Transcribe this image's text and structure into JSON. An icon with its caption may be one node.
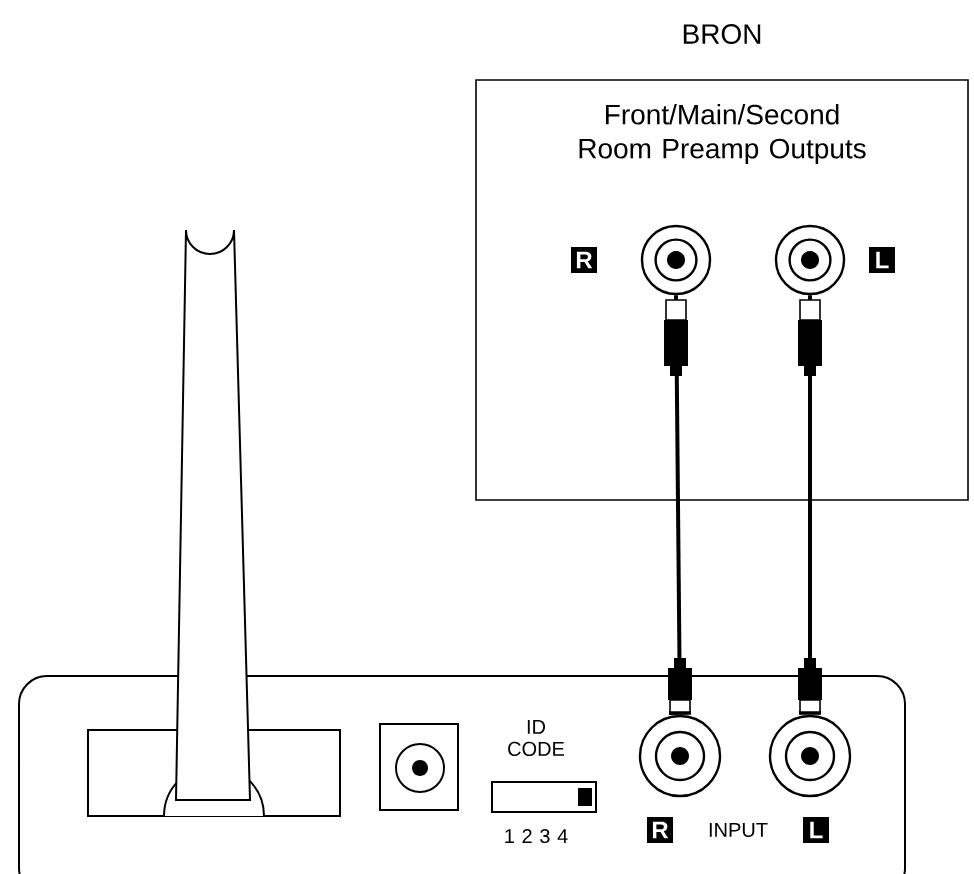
{
  "diagram": {
    "nodes": [
      {
        "text": [
          "BRON",
          "Front/Main/Second Room Preamp Outputs"
        ]
      },
      {
        "text": [],
        "shape": "circle",
        "in": 0,
        "beside": [
          "R"
        ]
      },
      {
        "text": [],
        "shape": "circle",
        "in": 0,
        "beside": [
          "L"
        ]
      },
      {
        "text": [],
        "shape": "box"
      },
      {
        "text": [],
        "shape": "circle",
        "in": 3,
        "beside": [
          "R"
        ]
      },
      {
        "text": [],
        "shape": "circle",
        "in": 3,
        "beside": [
          "L"
        ]
      }
    ],
    "edges": [
      {
        "from": 1,
        "to": 4,
        "arrow": "other"
      },
      {
        "from": 2,
        "to": 5,
        "arrow": "other"
      }
    ],
    "labels": [
      "ID CODE",
      "1 2 3 4",
      "INPUT"
    ]
  }
}
